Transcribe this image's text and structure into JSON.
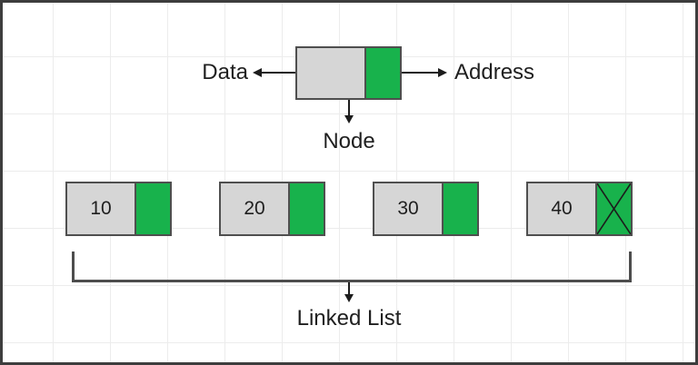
{
  "anatomy": {
    "data_label": "Data",
    "address_label": "Address",
    "node_label": "Node"
  },
  "list": {
    "caption": "Linked List",
    "nodes": [
      {
        "value": "10",
        "null_pointer": false
      },
      {
        "value": "20",
        "null_pointer": false
      },
      {
        "value": "30",
        "null_pointer": false
      },
      {
        "value": "40",
        "null_pointer": true
      }
    ]
  },
  "colors": {
    "background": "#ffffff",
    "grid_line": "#ececec",
    "frame_border": "#3d3d3d",
    "data_cell_fill": "#d6d6d6",
    "address_cell_fill": "#18b24c",
    "node_border": "#4f4f4f",
    "arrow_line": "#1c1c1c",
    "bracket_line": "#4d4d4d",
    "text": "#1f1f1f"
  }
}
